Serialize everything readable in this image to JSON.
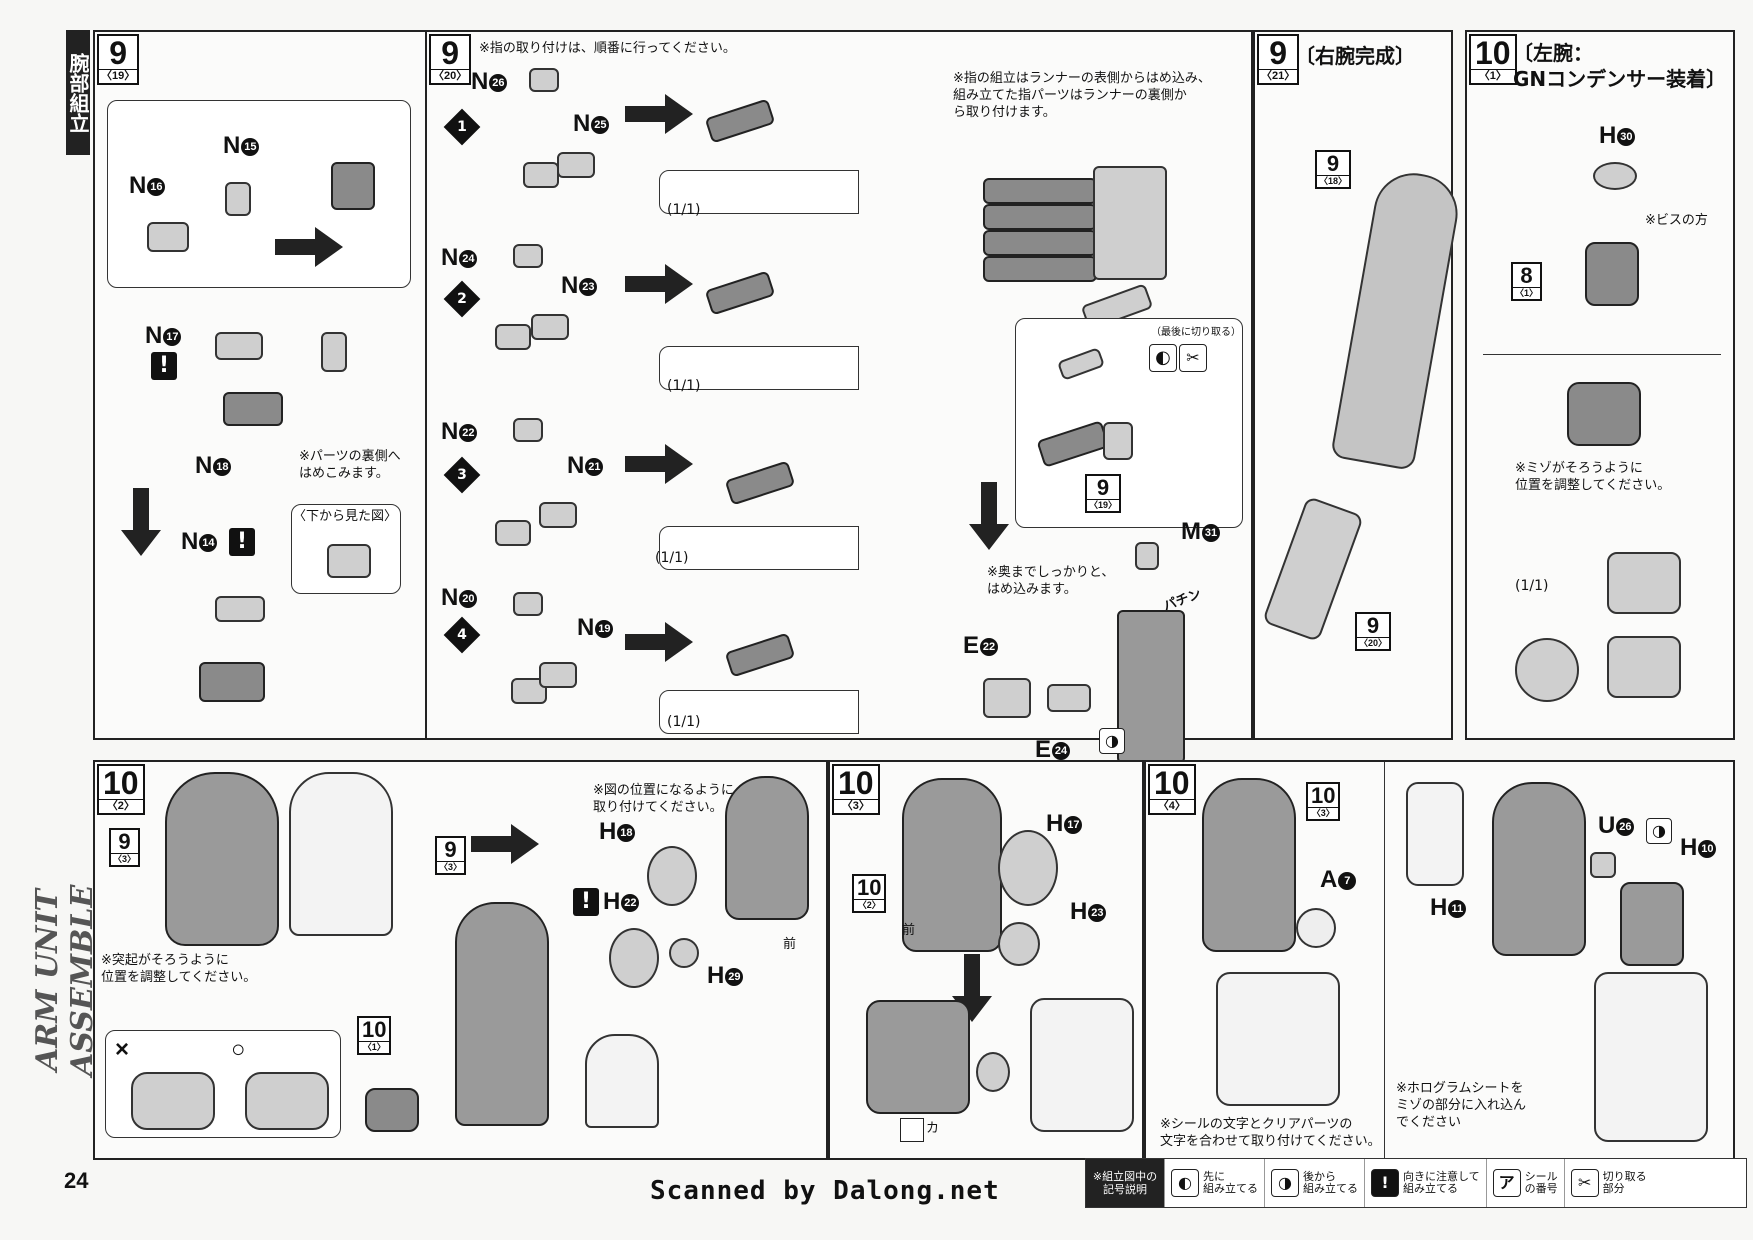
{
  "side_tag": "腕部組立",
  "side_title": "ARM UNIT ASSEMBLE",
  "page_number": "24",
  "watermark": "Scanned by Dalong.net",
  "panel_a": {
    "step": "9",
    "sub": "〈19〉",
    "labels": {
      "n15": "N",
      "n16": "N",
      "n17": "N",
      "n18": "N",
      "n14": "N"
    },
    "nums": {
      "n15": "15",
      "n16": "16",
      "n17": "17",
      "n18": "18",
      "n14": "14"
    },
    "note_back": "※パーツの裏側へ\nはめこみます。",
    "view_from_below": "〈下から見た図〉"
  },
  "panel_b": {
    "step": "9",
    "sub": "〈20〉",
    "note_top": "※指の取り付けは、順番に行ってください。",
    "rows": [
      {
        "step": "1",
        "a": "N",
        "an": "26",
        "b": "N",
        "bn": "25",
        "ratio": "(1/1)"
      },
      {
        "step": "2",
        "a": "N",
        "an": "24",
        "b": "N",
        "bn": "23",
        "ratio": "(1/1)"
      },
      {
        "step": "3",
        "a": "N",
        "an": "22",
        "b": "N",
        "bn": "21",
        "ratio": "(1/1)"
      },
      {
        "step": "4",
        "a": "N",
        "an": "20",
        "b": "N",
        "bn": "19",
        "ratio": "(1/1)"
      }
    ]
  },
  "panel_c": {
    "note_runner": "※指の組立はランナーの表側からはめ込み、\n組み立てた指パーツはランナーの裏側か\nら取り付けます。",
    "last_cut": "（最後に切り取る）",
    "ref_step": "9",
    "ref_sub": "〈19〉",
    "note_press": "※奥までしっかりと、\nはめ込みます。",
    "m31": "M",
    "m31n": "31",
    "snap": "パチン",
    "e22": "E",
    "e22n": "22",
    "e24": "E",
    "e24n": "24"
  },
  "panel_d": {
    "step": "9",
    "sub": "〈21〉",
    "title": "〔右腕完成〕",
    "ref1_step": "9",
    "ref1_sub": "〈18〉",
    "ref2_step": "9",
    "ref2_sub": "〈20〉"
  },
  "panel_e": {
    "step": "10",
    "sub": "〈1〉",
    "title": "〔左腕：\n GNコンデンサー装着〕",
    "h30": "H",
    "h30n": "30",
    "screw": "※ビスの方",
    "ref_step": "8",
    "ref_sub": "〈1〉",
    "note_align": "※ミゾがそろうように\n位置を調整してください。",
    "ratio": "(1/1)"
  },
  "panel_f": {
    "step": "10",
    "sub": "〈2〉",
    "ref_step": "9",
    "ref_sub": "〈3〉",
    "ref2_step": "9",
    "ref2_sub": "〈3〉",
    "note_bump": "※突起がそろうように\n位置を調整してください。",
    "note_fig": "※図の位置になるように\n取り付けてください。",
    "h18": "H",
    "h18n": "18",
    "h22": "H",
    "h22n": "22",
    "h29": "H",
    "h29n": "29",
    "front": "前",
    "wrong": "×",
    "right": "○",
    "ref3_step": "10",
    "ref3_sub": "〈1〉"
  },
  "panel_g": {
    "step": "10",
    "sub": "〈3〉",
    "ref_step": "10",
    "ref_sub": "〈2〉",
    "h17": "H",
    "h17n": "17",
    "h23": "H",
    "h23n": "23",
    "front": "前",
    "sticker_mark": "カ"
  },
  "panel_h": {
    "step": "10",
    "sub": "〈4〉",
    "ref_step": "10",
    "ref_sub": "〈3〉",
    "a7": "A",
    "a7n": "7",
    "note_sticker": "※シールの文字とクリアパーツの\n文字を合わせて取り付けてください。",
    "u26": "U",
    "u26n": "26",
    "h10": "H",
    "h10n": "10",
    "h11": "H",
    "h11n": "11",
    "note_holo": "※ホログラムシートを\nミゾの部分に入れ込ん\nでください"
  },
  "legend": {
    "header": "※組立図中の\n記号説明",
    "items": [
      {
        "icon": "◐",
        "text": "先に\n組み立てる"
      },
      {
        "icon": "◑",
        "text": "後から\n組み立てる"
      },
      {
        "icon": "!",
        "text": "向きに注意して\n組み立てる"
      },
      {
        "icon": "ア",
        "text": "シール\nの番号"
      },
      {
        "icon": "✂",
        "text": "切り取る\n部分"
      }
    ]
  }
}
